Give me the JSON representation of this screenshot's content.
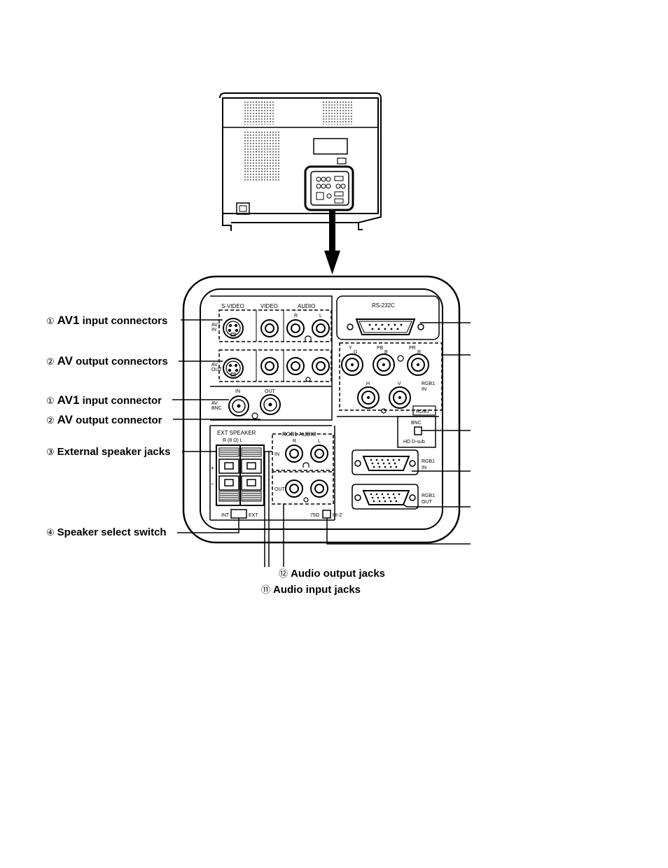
{
  "diagram": {
    "callouts": {
      "av1_input_connectors": {
        "num": "①",
        "bold": "AV1",
        "rest": " input connectors"
      },
      "av_output_connectors": {
        "num": "②",
        "bold": "AV",
        "rest": " output connectors"
      },
      "av1_input_connector": {
        "num": "①",
        "bold": "AV1",
        "rest": " input connector"
      },
      "av_output_connector": {
        "num": "②",
        "bold": "AV",
        "rest": " output connector"
      },
      "external_speaker_jacks": {
        "num": "③",
        "text": "External speaker jacks"
      },
      "speaker_select_switch": {
        "num": "④",
        "text": "Speaker select switch"
      },
      "audio_output_jacks": {
        "num": "⑫",
        "text": "Audio output jacks"
      },
      "audio_input_jacks": {
        "num": "⑪",
        "text": "Audio input jacks"
      }
    },
    "panel_labels": {
      "s_video": "S-VIDEO",
      "video": "VIDEO",
      "audio": "AUDIO",
      "audio_r": "R",
      "audio_l": "L",
      "av1_in": [
        "AV1",
        "IN"
      ],
      "av_out": [
        "AV",
        "OUT"
      ],
      "av_bnc": [
        "AV",
        "BNC"
      ],
      "bnc_in": "IN",
      "bnc_out": "OUT",
      "ext_speaker": "EXT  SPEAKER",
      "speaker_rl": "R  (8 Ω)  L",
      "plus": "+",
      "minus": "−",
      "int": "INT",
      "ext": "EXT",
      "rgb1_audio": "RGB1  AUDIO",
      "rgb1_audio_r": "R",
      "rgb1_audio_l": "L",
      "rgb1_audio_in": "IN",
      "rgb1_audio_out": "OUT",
      "rs232c": "RS-232C",
      "y_g": [
        "Y",
        "G"
      ],
      "pb_b": [
        "PB",
        "B"
      ],
      "pr_r": [
        "PR",
        "R"
      ],
      "h": "H",
      "v": "V",
      "rgb1_in_bnc": [
        "RGB1",
        "IN"
      ],
      "rgb1_tag": "RGB1",
      "bnc_switch": "BNC",
      "hd_dsub": "HD D-sub",
      "rgb1_in_dsub": [
        "RGB1",
        "IN"
      ],
      "rgb1_out_dsub": [
        "RGB1",
        "OUT"
      ],
      "ohm75": "75Ω",
      "hiz": "HI-Z"
    }
  }
}
